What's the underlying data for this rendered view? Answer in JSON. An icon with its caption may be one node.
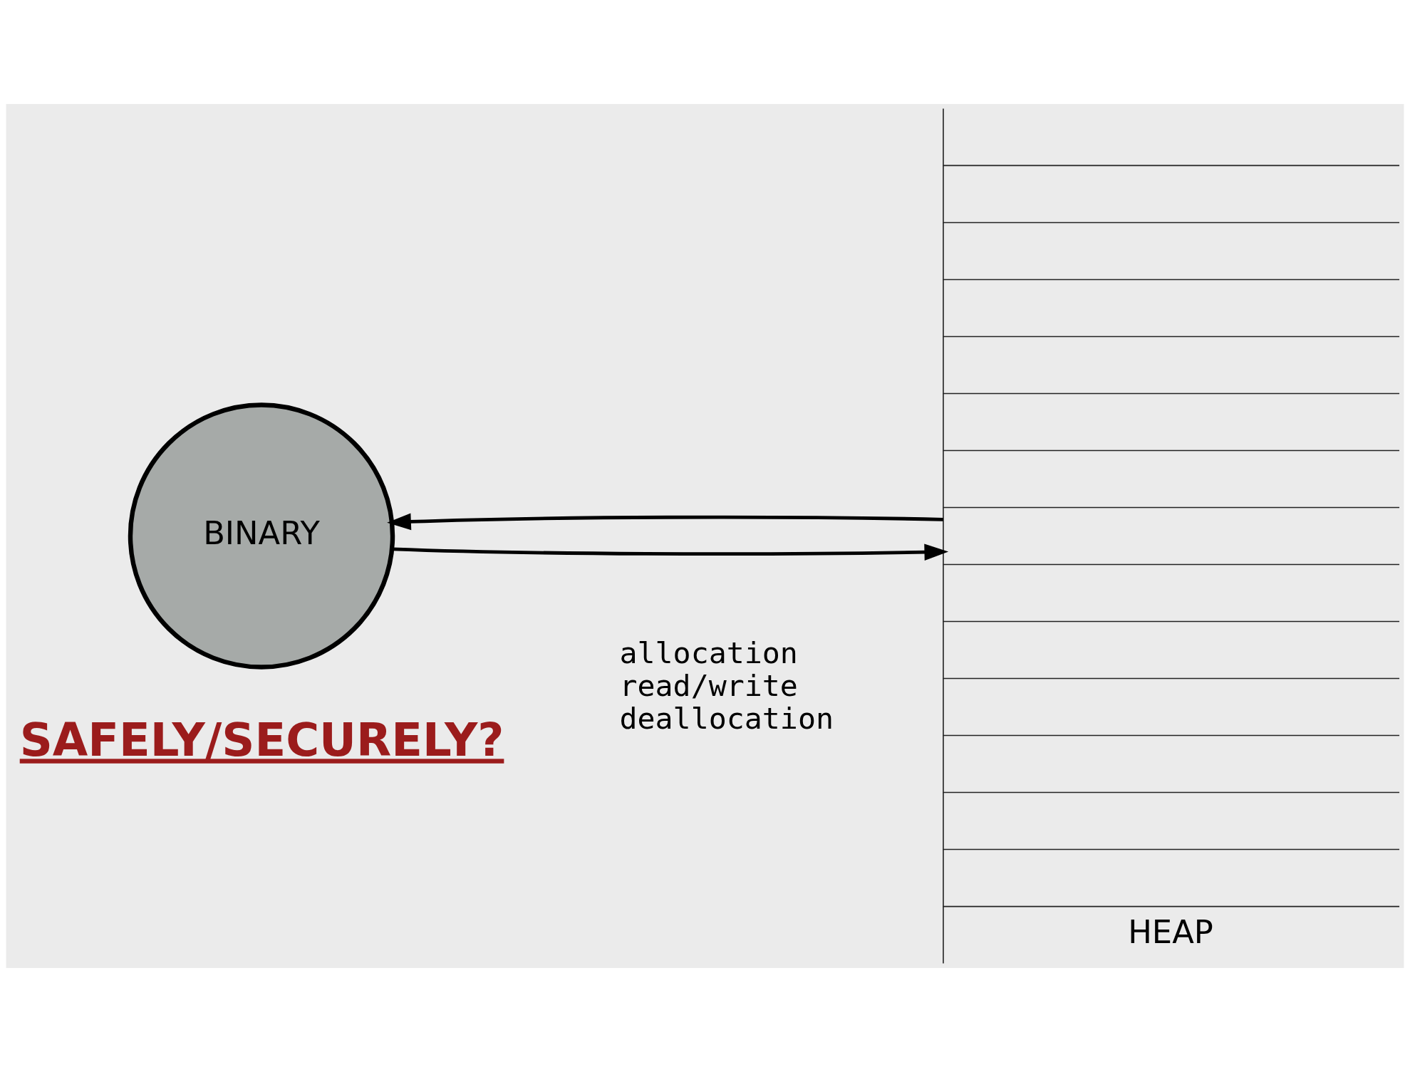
{
  "diagram": {
    "nodes": [
      {
        "text": [
          "BINARY"
        ]
      },
      {
        "text": [
          "HEAP"
        ]
      }
    ],
    "edges": [
      {
        "from": 0,
        "to": 1,
        "arrow": "to"
      },
      {
        "from": 1,
        "to": 0,
        "arrow": "to"
      }
    ],
    "labels": [
      "allocation read/write deallocation",
      "SAFELY/SECURELY?"
    ]
  }
}
